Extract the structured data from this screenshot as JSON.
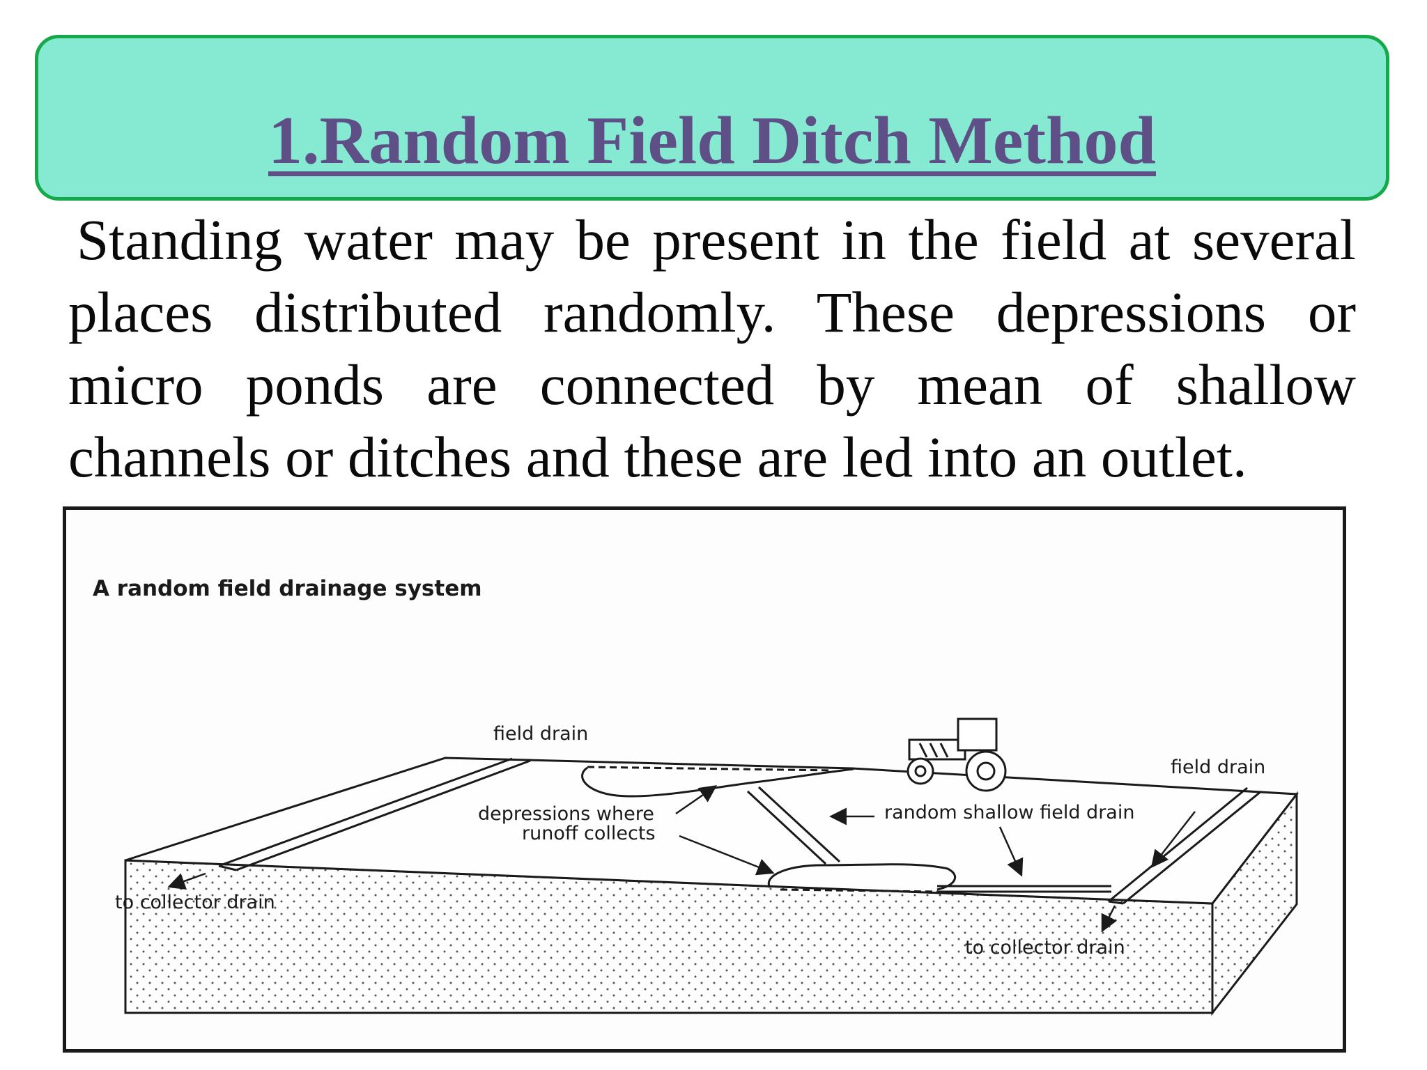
{
  "title": "1.Random Field Ditch Method",
  "paragraph": "Standing water may be present in the field at several places distributed randomly. These depressions or micro ponds are connected by mean of shallow channels or ditches and these are led into an outlet.",
  "figure": {
    "caption": "A random field drainage system",
    "labels": {
      "field_drain_left": "field drain",
      "field_drain_right": "field drain",
      "depressions_line1": "depressions where",
      "depressions_line2": "runoff collects",
      "random_shallow_drain": "random shallow field drain",
      "collector_left": "to collector drain",
      "collector_right": "to collector drain"
    }
  },
  "colors": {
    "title_box_fill": "#86e9d2",
    "title_box_border": "#15a94a",
    "title_text": "#5e4f87"
  }
}
